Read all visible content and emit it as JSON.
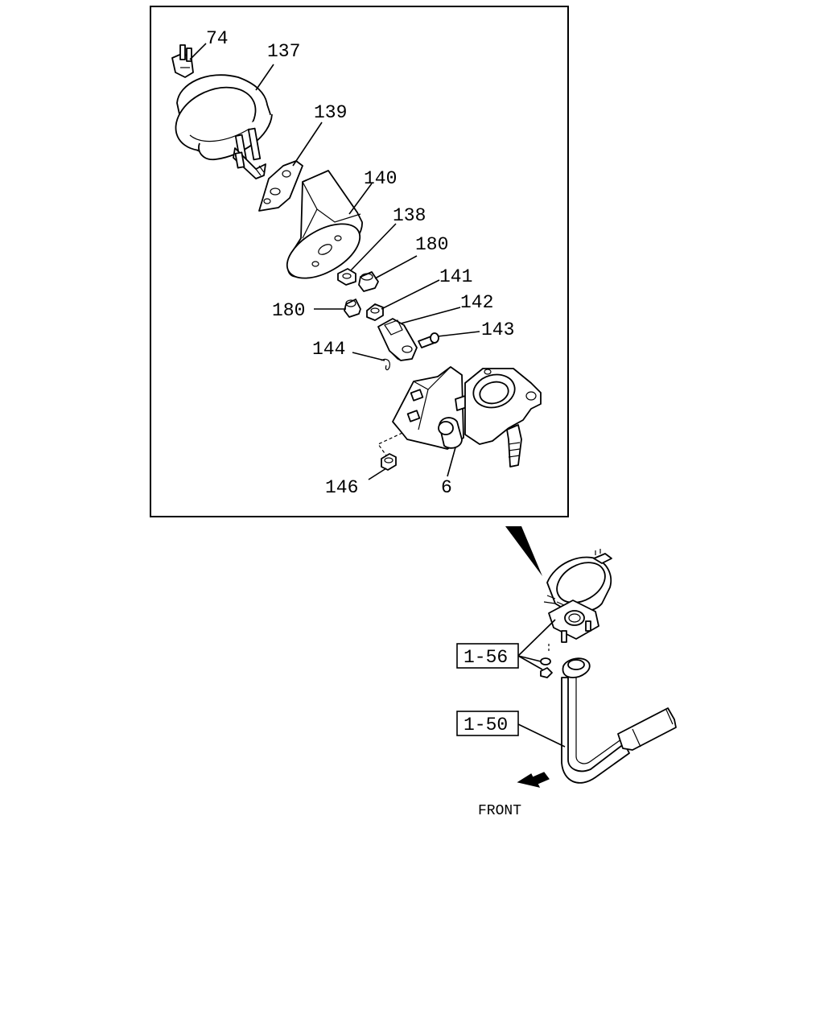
{
  "callouts": {
    "c74": "74",
    "c137": "137",
    "c139": "139",
    "c140": "140",
    "c138": "138",
    "c180a": "180",
    "c141": "141",
    "c180b": "180",
    "c142": "142",
    "c143": "143",
    "c144": "144",
    "c146": "146",
    "c6": "6"
  },
  "references": {
    "r156": "1-56",
    "r150": "1-50"
  },
  "direction": {
    "front_label": "FRONT",
    "arrow_icon": "front-arrow-icon"
  }
}
